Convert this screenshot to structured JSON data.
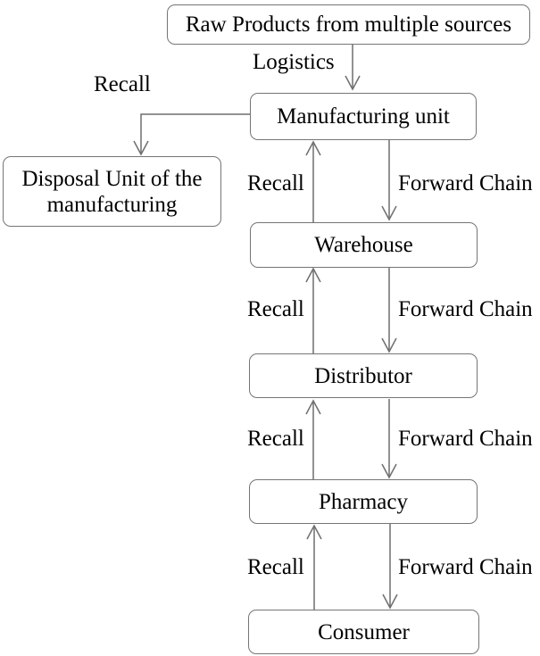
{
  "diagram": {
    "type": "flowchart",
    "colors": {
      "background": "#ffffff",
      "box_border": "#757575",
      "connector": "#6e6e6e",
      "text": "#000000"
    },
    "nodes": {
      "raw": {
        "label": "Raw Products from multiple sources"
      },
      "manufacturing": {
        "label": "Manufacturing unit"
      },
      "disposal": {
        "label": "Disposal Unit of the manufacturing"
      },
      "warehouse": {
        "label": "Warehouse"
      },
      "distributor": {
        "label": "Distributor"
      },
      "pharmacy": {
        "label": "Pharmacy"
      },
      "consumer": {
        "label": "Consumer"
      }
    },
    "edges": {
      "logistics": {
        "from": "raw",
        "to": "manufacturing",
        "label": "Logistics"
      },
      "disposal_recall": {
        "from": "manufacturing",
        "to": "disposal",
        "label": "Recall"
      },
      "chain": [
        {
          "from": "manufacturing",
          "to": "warehouse",
          "forward_label": "Forward Chain",
          "recall_label": "Recall"
        },
        {
          "from": "warehouse",
          "to": "distributor",
          "forward_label": "Forward Chain",
          "recall_label": "Recall"
        },
        {
          "from": "distributor",
          "to": "pharmacy",
          "forward_label": "Forward Chain",
          "recall_label": "Recall"
        },
        {
          "from": "pharmacy",
          "to": "consumer",
          "forward_label": "Forward Chain",
          "recall_label": "Recall"
        }
      ]
    }
  }
}
